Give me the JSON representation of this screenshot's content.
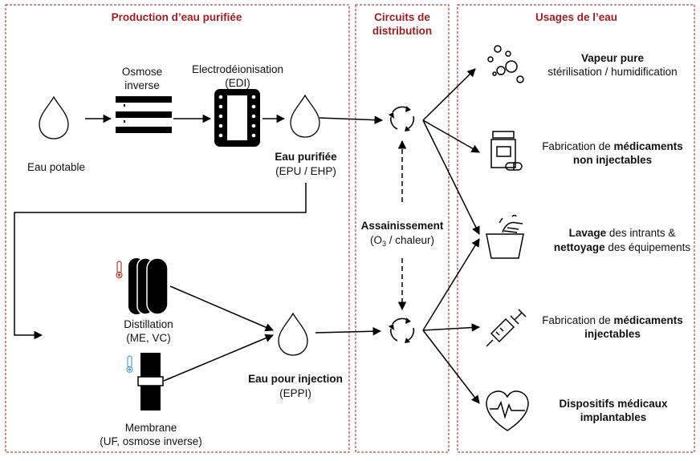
{
  "sections": {
    "production": "Production d’eau purifiée",
    "distribution_line1": "Circuits de",
    "distribution_line2": "distribution",
    "usages": "Usages de l’eau"
  },
  "production": {
    "potable": "Eau potable",
    "osmose_line1": "Osmose",
    "osmose_line2": "inverse",
    "edi_line1": "Electrodéionisation",
    "edi_line2": "(EDI)",
    "purified_line1": "Eau purifiée",
    "purified_line2": "(EPU / EHP)",
    "distillation_line1": "Distillation",
    "distillation_line2": "(ME, VC)",
    "membrane_line1": "Membrane",
    "membrane_line2": "(UF, osmose inverse)",
    "injection_line1": "Eau pour injection",
    "injection_line2": "(EPPI)"
  },
  "distribution": {
    "sanitize_line1": "Assainissement",
    "sanitize_o": "(O",
    "sanitize_sub": "3",
    "sanitize_rest": " / chaleur)"
  },
  "usages": {
    "steam_bold": "Vapeur pure",
    "steam_rest": "stérilisation / humidification",
    "nonInj_pre": "Fabrication de ",
    "nonInj_bold1": "médicaments",
    "nonInj_bold2": "non injectables",
    "wash_bold1": "Lavage",
    "wash_rest1": " des intrants &",
    "wash_bold2": "nettoyage",
    "wash_rest2": " des équipements",
    "inj_pre": "Fabrication de ",
    "inj_bold1": "médicaments",
    "inj_bold2": "injectables",
    "impl_line1": "Dispositifs médicaux",
    "impl_line2": "implantables"
  },
  "icons": {
    "drop": "water-drop-icon",
    "osmosis": "osmosis-filter-icon",
    "edi": "edi-chip-icon",
    "recirculation": "recirculation-icon",
    "thermo": "thermometer-icon",
    "bubbles": "bubbles-icon",
    "bottle": "pill-bottle-icon",
    "washing": "hand-washing-icon",
    "syringe": "syringe-icon",
    "heart": "heart-monitor-icon"
  },
  "colors": {
    "section_border": "#a11d21",
    "title": "#a11d21",
    "thermo_hot": "#c0392b",
    "thermo_cold": "#4aa3d8"
  }
}
